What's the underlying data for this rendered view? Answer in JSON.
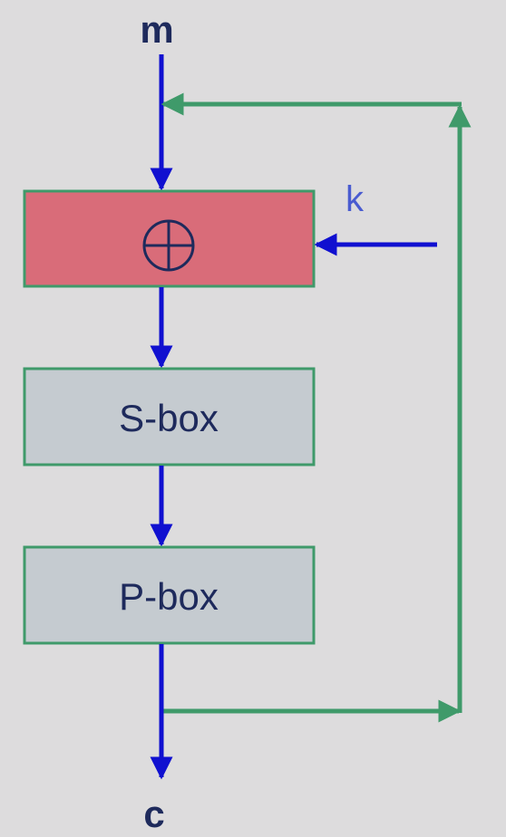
{
  "diagram": {
    "input_label": "m",
    "output_label": "c",
    "key_label": "k",
    "xor_symbol": "⊕",
    "sbox_label": "S-box",
    "pbox_label": "P-box"
  },
  "colors": {
    "background": "#dddcdd",
    "data_arrow": "#1010d0",
    "feedback_arrow": "#3f9a6a",
    "xor_box_fill": "#d96c79",
    "box_fill": "#c5cbd0",
    "box_border": "#3f9a6a",
    "text_dark": "#1e2a5c",
    "key_text": "#4a5cd0"
  }
}
